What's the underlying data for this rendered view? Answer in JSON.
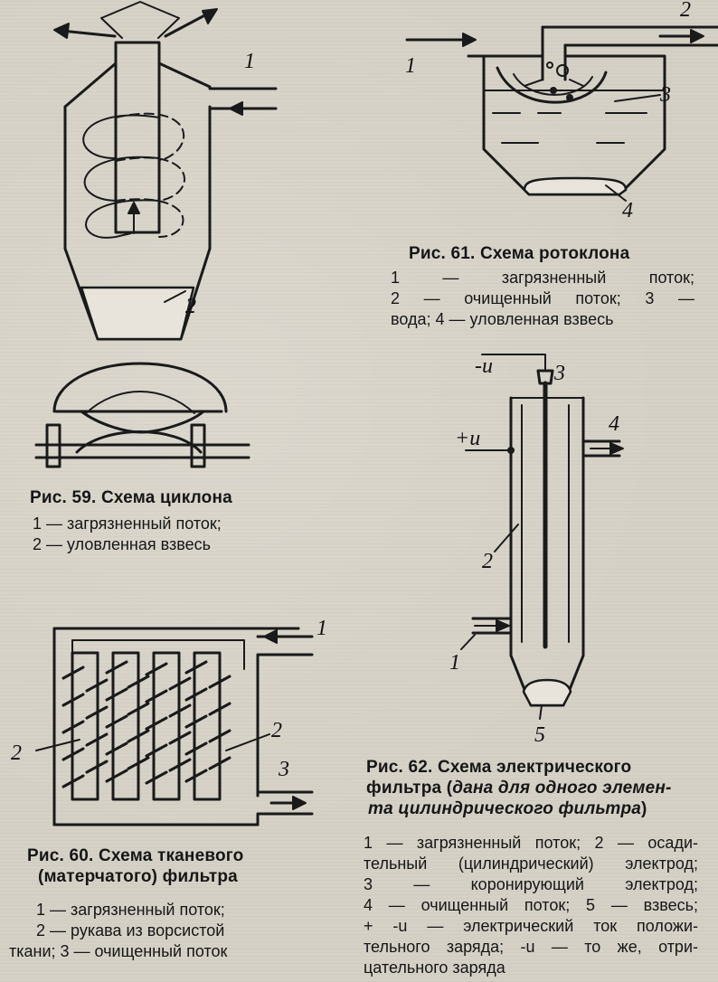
{
  "fig59": {
    "caption": "Рис. 59. Схема циклона",
    "legend": [
      "1 — загрязненный поток;",
      "2 — уловленная взвесь"
    ],
    "labels": {
      "1": "1",
      "2": "2"
    }
  },
  "fig60": {
    "caption_line1": "Рис. 60. Схема тканевого",
    "caption_line2": "(матерчатого) фильтра",
    "legend": [
      "1 — загрязненный поток;",
      "2 — рукава из ворсистой",
      "ткани; 3 — очищенный поток"
    ],
    "labels": {
      "1": "1",
      "2a": "2",
      "2b": "2",
      "3": "3"
    }
  },
  "fig61": {
    "caption": "Рис. 61. Схема ротоклона",
    "legend": [
      "1 — загрязненный поток;",
      "2 — очищенный поток; 3 —",
      "вода; 4 — уловленная взвесь"
    ],
    "labels": {
      "1": "1",
      "2": "2",
      "3": "3",
      "4": "4"
    }
  },
  "fig62": {
    "caption_line1": "Рис. 62. Схема электрического",
    "caption_line2_a": "фильтра (",
    "caption_line2_b": "дана для одного элемен-",
    "caption_line3_a": "та цилиндрического фильтра",
    "caption_line3_b": ")",
    "legend": [
      "1 — загрязненный поток; 2 — осади-",
      "тельный (цилиндрический) электрод;",
      "3 — коронирующий электрод;",
      "4 — очищенный поток; 5 — взвесь;",
      "+ -u — электрический ток положи-",
      "тельного заряда; -u — то же, отри-",
      "цательного заряда"
    ],
    "labels": {
      "minus_u": "-u",
      "plus_u": "+u",
      "1": "1",
      "2": "2",
      "3": "3",
      "4": "4",
      "5": "5"
    }
  }
}
